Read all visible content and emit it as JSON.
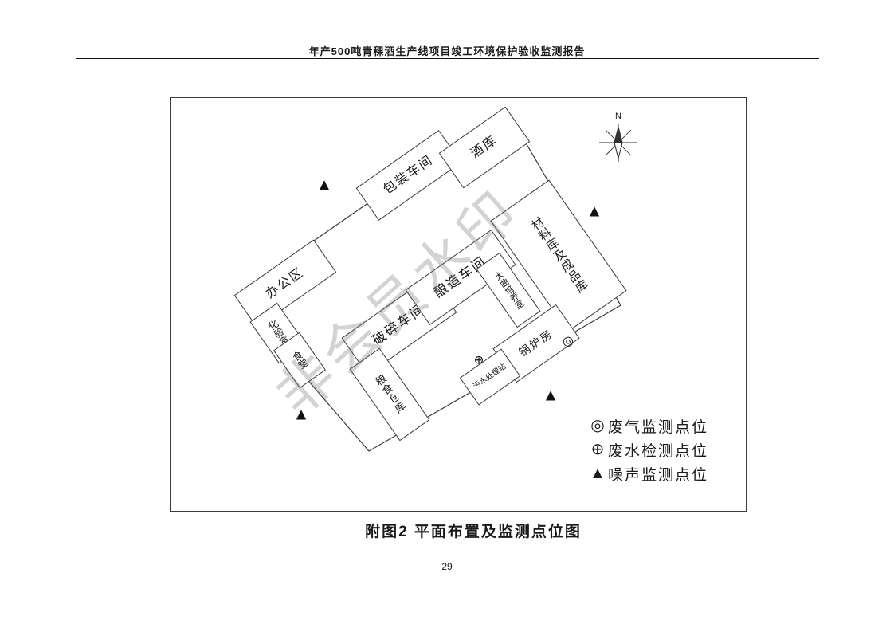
{
  "page": {
    "header_title": "年产500吨青稞酒生产线项目竣工环境保护验收监测报告",
    "caption": "附图2  平面布置及监测点位图",
    "page_number": "29",
    "watermark": "非会员水印"
  },
  "diagram": {
    "compass_label": "N",
    "buildings": [
      {
        "id": "office",
        "label": "办公区"
      },
      {
        "id": "packaging-workshop",
        "label": "包装车间"
      },
      {
        "id": "wine-warehouse",
        "label": "酒库"
      },
      {
        "id": "materials-and-finished-goods-warehouse",
        "label": "材料库及成品库"
      },
      {
        "id": "boiler-room",
        "label": "锅炉房"
      },
      {
        "id": "crushing-workshop",
        "label": "破碎车间"
      },
      {
        "id": "brewing-workshop",
        "label": "酿造车间"
      },
      {
        "id": "daqu-culture-room",
        "label": "大曲培养室"
      },
      {
        "id": "grain-warehouse",
        "label": "粮食仓库"
      },
      {
        "id": "sewage-treatment-station",
        "label": "污水处理站"
      },
      {
        "id": "laboratory",
        "label": "化验室"
      },
      {
        "id": "canteen",
        "label": "食堂"
      }
    ],
    "markers": {
      "gas_symbol": "◎",
      "water_symbol": "⊕",
      "noise_symbol": "▲"
    },
    "legend": [
      {
        "symbol": "◎",
        "label": "废气监测点位"
      },
      {
        "symbol": "⊕",
        "label": "废水检测点位"
      },
      {
        "symbol": "▲",
        "label": "噪声监测点位"
      }
    ]
  }
}
